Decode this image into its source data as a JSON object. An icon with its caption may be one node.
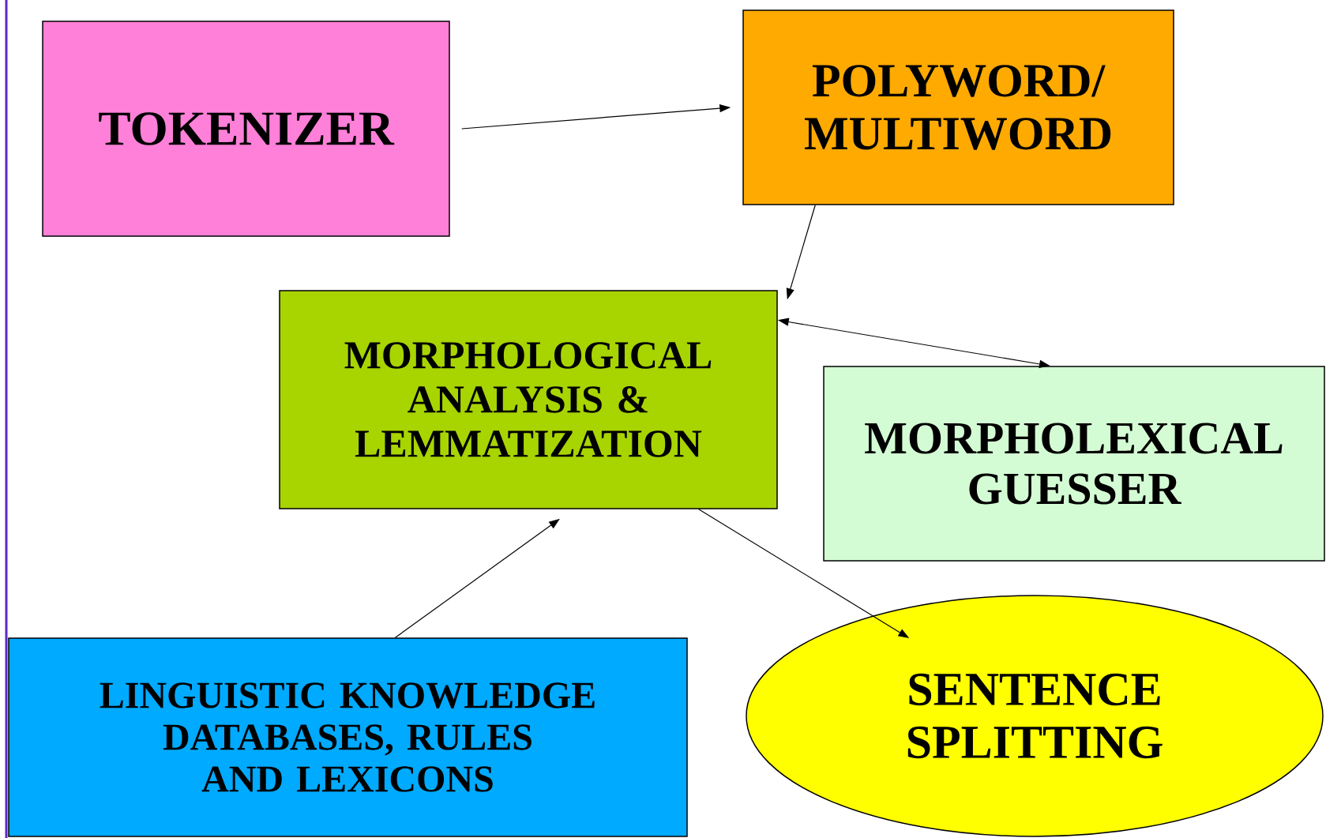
{
  "diagram": {
    "nodes": [
      {
        "text": [
          "TOKENIZER"
        ]
      },
      {
        "text": [
          "POLYWORD/ MULTIWORD"
        ]
      },
      {
        "text": [
          "MORPHOLOGICAL ANALYSIS & LEMMATIZATION"
        ]
      },
      {
        "text": [
          "MORPHOLEXICAL GUESSER"
        ]
      },
      {
        "text": [
          "LINGUISTIC KNOWLEDGE DATABASES, RULES AND LEXICONS"
        ]
      },
      {
        "text": [
          "SENTENCE SPLITTING"
        ]
      }
    ],
    "edges": [
      {
        "from": 0,
        "to": 1,
        "arrow": "to"
      },
      {
        "from": 1,
        "to": 2,
        "arrow": "to"
      },
      {
        "from": 2,
        "to": 3,
        "arrow": "both"
      },
      {
        "from": 4,
        "to": 2,
        "arrow": "to"
      },
      {
        "from": 2,
        "to": 5,
        "arrow": "to"
      }
    ]
  }
}
